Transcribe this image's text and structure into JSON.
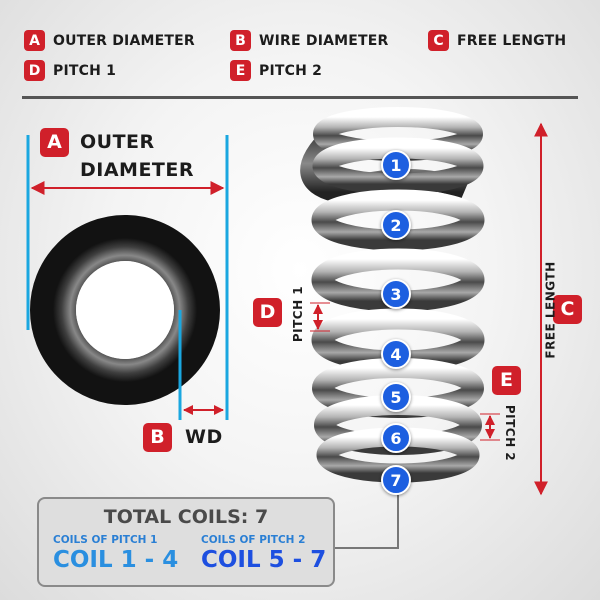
{
  "legend": [
    {
      "letter": "A",
      "label": "OUTER DIAMETER"
    },
    {
      "letter": "B",
      "label": "WIRE DIAMETER"
    },
    {
      "letter": "C",
      "label": "FREE LENGTH"
    },
    {
      "letter": "D",
      "label": "PITCH 1"
    },
    {
      "letter": "E",
      "label": "PITCH 2"
    }
  ],
  "ring": {
    "outer_badge": "A",
    "outer_line1": "OUTER",
    "outer_line2": "DIAMETER",
    "wire_badge": "B",
    "wire_label": "WD"
  },
  "spring": {
    "coil_numbers": [
      "1",
      "2",
      "3",
      "4",
      "5",
      "6",
      "7"
    ],
    "pitch1_badge": "D",
    "pitch1_label": "PITCH 1",
    "pitch2_badge": "E",
    "pitch2_label": "PITCH 2",
    "free_length_badge": "C",
    "free_length_label": "FREE LENGTH"
  },
  "summary": {
    "title": "TOTAL COILS: 7",
    "pitch1_heading": "COILS OF PITCH 1",
    "pitch1_value": "COIL 1 - 4",
    "pitch2_heading": "COILS OF PITCH 2",
    "pitch2_value": "COIL 5 - 7"
  },
  "colors": {
    "badge_red": "#d0202a",
    "marker_blue": "#1d5fe0",
    "dimension_cyan": "#1aa7e0",
    "light_blue_text": "#2a7fd4",
    "arrow_red": "#d0202a"
  }
}
